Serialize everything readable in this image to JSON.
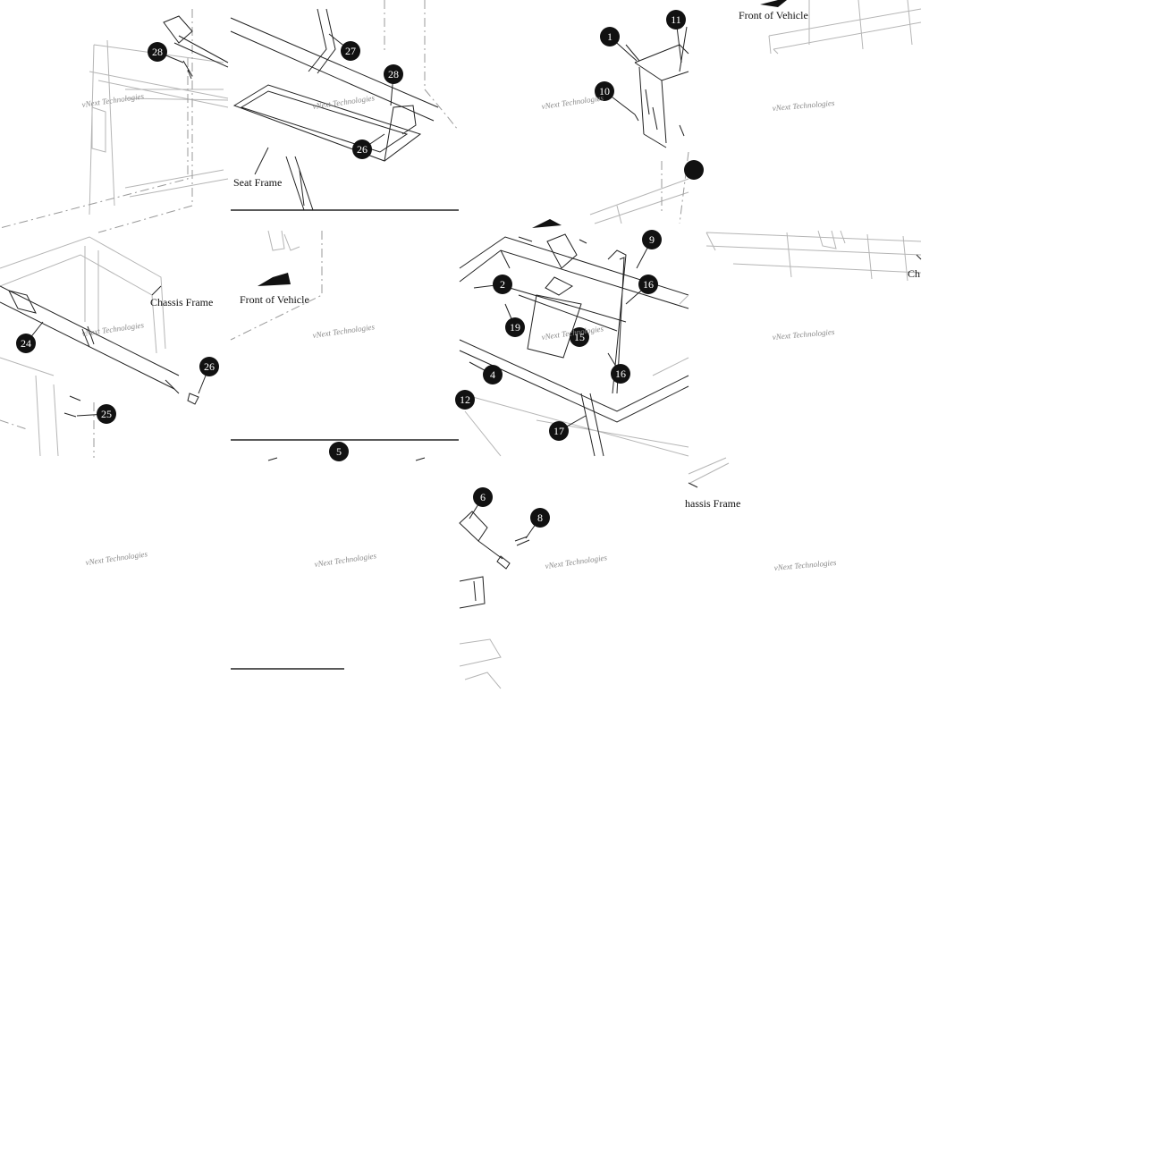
{
  "labels": {
    "seat_frame": "Seat Frame",
    "chassis_frame": "Chassis Frame",
    "chassis_frame_partial": "hassis Frame",
    "chassis_frame_cut": "Ch",
    "front_of_vehicle": "Front of Vehicle"
  },
  "watermark": {
    "line1": "vNext Technologies",
    "line2": "Technologies"
  },
  "callouts": [
    "1",
    "2",
    "4",
    "5",
    "6",
    "8",
    "9",
    "10",
    "11",
    "12",
    "15",
    "16",
    "17",
    "19",
    "24",
    "25",
    "26",
    "27",
    "28"
  ],
  "colors": {
    "callout_fill": "#111111",
    "callout_text": "#ffffff",
    "line_art": "#222222",
    "ghost_line": "#b5b5b5",
    "watermark": "#8a8a8a"
  }
}
